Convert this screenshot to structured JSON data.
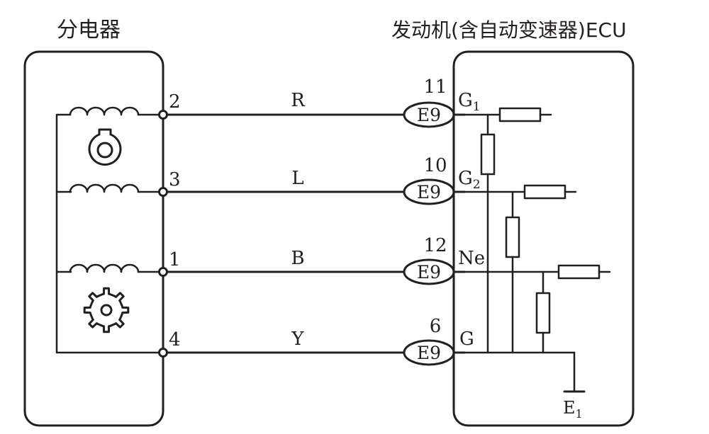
{
  "distributor": {
    "title": "分电器",
    "pins": [
      "2",
      "3",
      "1",
      "4"
    ]
  },
  "ecu": {
    "title": "发动机(含自动变速器)ECU",
    "terminals": [
      {
        "pin": "11",
        "name": "G",
        "sub": "1"
      },
      {
        "pin": "10",
        "name": "G",
        "sub": "2"
      },
      {
        "pin": "12",
        "name": "Ne",
        "sub": ""
      },
      {
        "pin": "6",
        "name": "G",
        "sub": ""
      }
    ],
    "ground": {
      "name": "E",
      "sub": "1"
    }
  },
  "wires": [
    {
      "color": "R",
      "connector": "E9"
    },
    {
      "color": "L",
      "connector": "E9"
    },
    {
      "color": "B",
      "connector": "E9"
    },
    {
      "color": "Y",
      "connector": "E9"
    }
  ]
}
